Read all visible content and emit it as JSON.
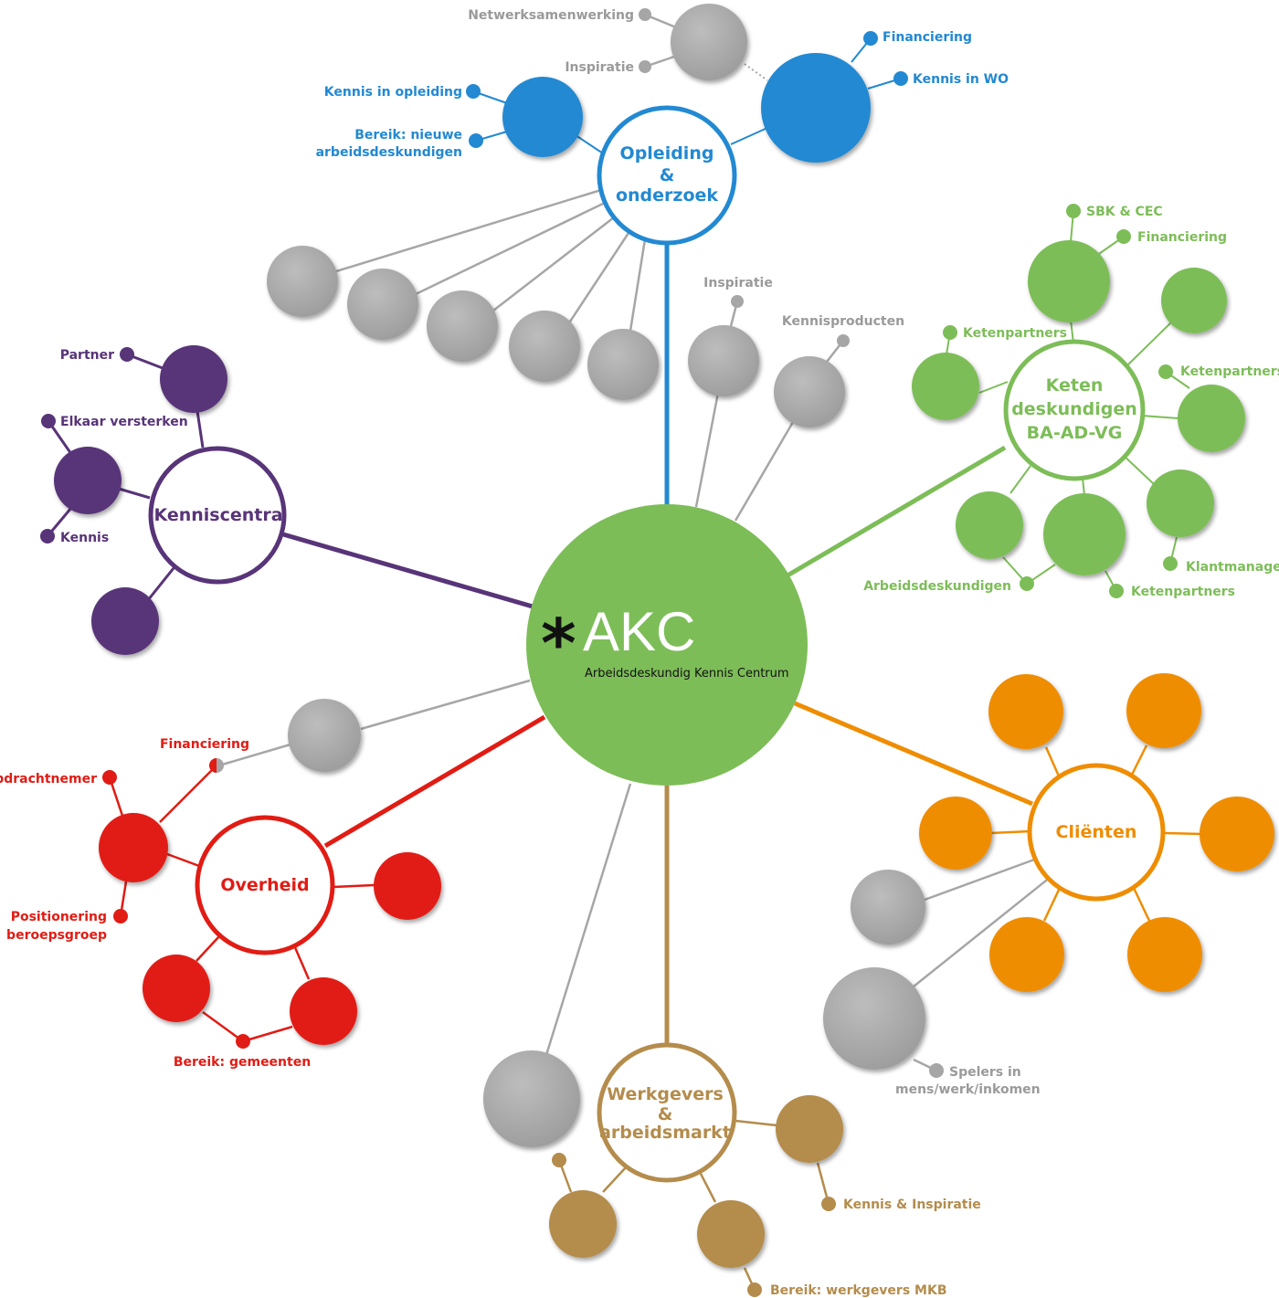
{
  "colors": {
    "blue": "#2289d2",
    "green": "#7dbd58",
    "purple": "#583478",
    "red": "#e11c14",
    "orange": "#ef8d02",
    "brown": "#b48c4c",
    "gray": "#a6a6a6",
    "gray_text": "#9a9a9a"
  },
  "center": {
    "asterisk": "*",
    "title": "AKC",
    "subtitle": "Arbeidsdeskundig Kennis Centrum"
  },
  "hubs": {
    "opleiding": [
      "Opleiding",
      "&",
      "onderzoek"
    ],
    "keten": [
      "Keten",
      "deskundigen",
      "BA-AD-VG"
    ],
    "kenniscentra": [
      "Kenniscentra"
    ],
    "overheid": [
      "Overheid"
    ],
    "clienten": [
      "Cliënten"
    ],
    "werkgevers": [
      "Werkgevers",
      "&",
      "arbeidsmarkt"
    ]
  },
  "labels": {
    "netwerksamenwerking": "Netwerksamenwerking",
    "inspiratie_top": "Inspiratie",
    "financiering_blue": "Financiering",
    "kennis_in_wo": "Kennis in WO",
    "kennis_in_opleiding": "Kennis in opleiding",
    "bereik_nieuwe_1": "Bereik: nieuwe",
    "bereik_nieuwe_2": "arbeidsdeskundigen",
    "inspiratie_mid": "Inspiratie",
    "kennisproducten": "Kennisproducten",
    "sbk_cec": "SBK & CEC",
    "financiering_green": "Financiering",
    "ketenpartners_1": "Ketenpartners",
    "ketenpartners_2": "Ketenpartners",
    "klantmanagers": "Klantmanagers",
    "ketenpartners_3": "Ketenpartners",
    "arbeidsdeskundigen": "Arbeidsdeskundigen",
    "partner": "Partner",
    "elkaar_versterken": "Elkaar versterken",
    "kennis": "Kennis",
    "financiering_red": "Financiering",
    "opdrachtnemer": "Opdrachtnemer",
    "positionering_1": "Positionering",
    "positionering_2": "beroepsgroep",
    "bereik_gemeenten": "Bereik: gemeenten",
    "spelers_1": "Spelers in",
    "spelers_2": "mens/werk/inkomen",
    "kennis_inspiratie": "Kennis & Inspiratie",
    "bereik_werkgevers": "Bereik: werkgevers MKB"
  }
}
